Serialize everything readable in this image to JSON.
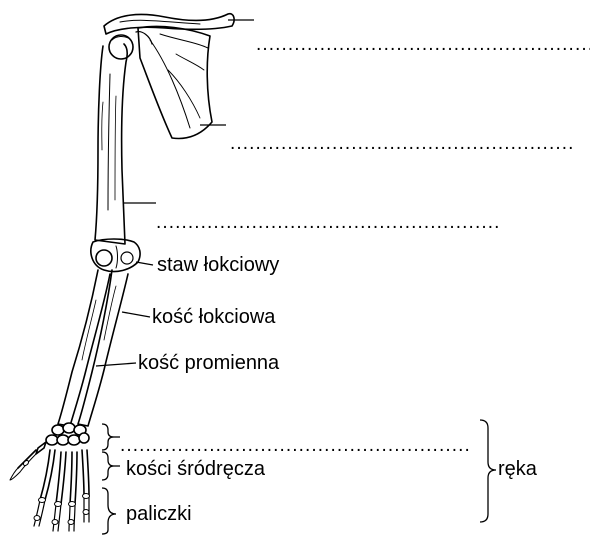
{
  "labels": {
    "elbow_joint": "staw łokciowy",
    "ulna": "kość łokciowa",
    "radius": "kość promienna",
    "metacarpals": "kości śródręcza",
    "phalanges": "paliczki",
    "hand": "ręka"
  },
  "blanks": {
    "clavicle": "..........................................................",
    "scapula": "..................................................................",
    "humerus": "................................................................",
    "carpals": "............................................................................"
  }
}
